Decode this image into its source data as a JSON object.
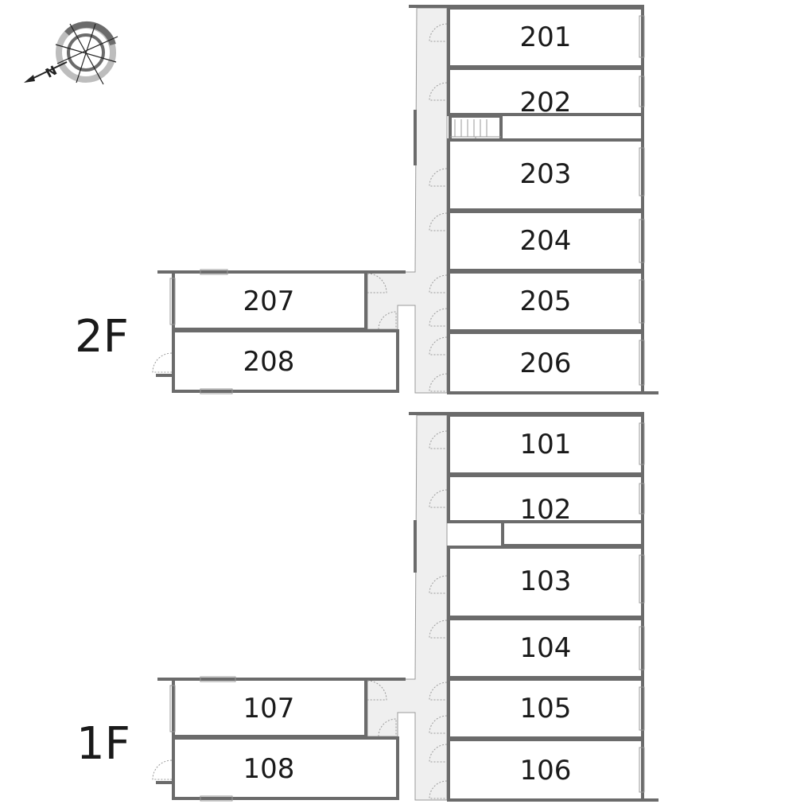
{
  "floors": [
    {
      "label": "2F",
      "units": [
        "201",
        "202",
        "203",
        "204",
        "205",
        "206",
        "207",
        "208"
      ]
    },
    {
      "label": "1F",
      "units": [
        "101",
        "102",
        "103",
        "104",
        "105",
        "106",
        "107",
        "108"
      ]
    }
  ],
  "compass": {
    "north_label": "N"
  }
}
